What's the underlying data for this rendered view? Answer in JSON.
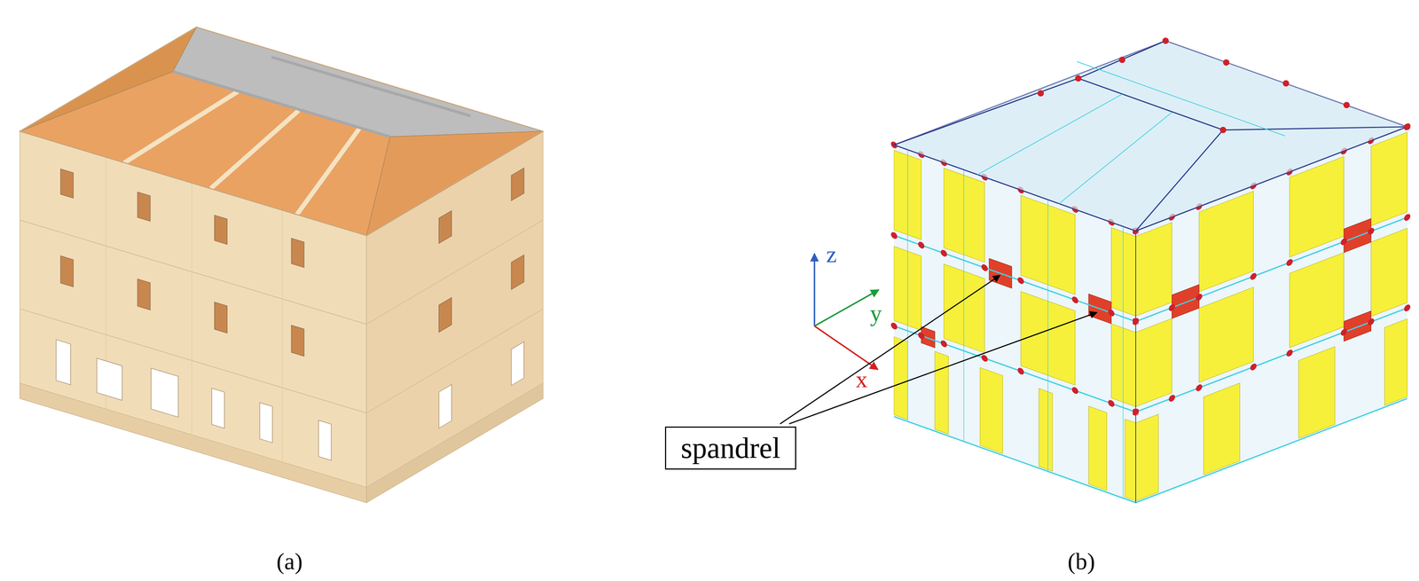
{
  "diagram": {
    "nodes": [
      {
        "text": [
          "spandrel"
        ]
      }
    ],
    "labels": [
      "(a)",
      "(b)",
      "z",
      "y",
      "x"
    ]
  }
}
